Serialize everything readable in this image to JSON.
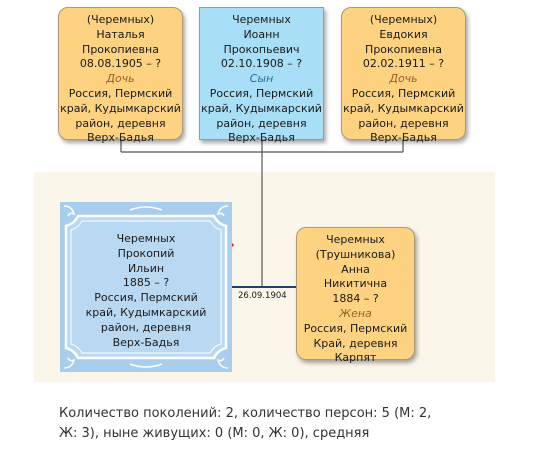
{
  "people": {
    "natalya": {
      "lines": [
        "(Черемных)",
        "Наталья",
        "Прокопиевна",
        "08.08.1905 – ?"
      ],
      "relation": "Дочь",
      "place": [
        "Россия, Пермский",
        "край, Кудымкарский",
        "район, деревня",
        "Верх-Бадья"
      ]
    },
    "ioann": {
      "lines": [
        "Черемных",
        "Иоанн",
        "Прокопьевич",
        "02.10.1908 – ?"
      ],
      "relation": "Сын",
      "place": [
        "Россия, Пермский",
        "край, Кудымкарский",
        "район, деревня",
        "Верх-Бадья"
      ]
    },
    "evdokiya": {
      "lines": [
        "(Черемных)",
        "Евдокия",
        "Прокопиевна",
        "02.02.1911 – ?"
      ],
      "relation": "Дочь",
      "place": [
        "Россия, Пермский",
        "край, Кудымкарский",
        "район, деревня",
        "Верх-Бадья"
      ]
    },
    "prokopiy": {
      "lines": [
        "Черемных",
        "Прокопий",
        "Ильин",
        "1885 – ?"
      ],
      "place": [
        "Россия, Пермский",
        "край, Кудымкарский",
        "район, деревня",
        "Верх-Бадья"
      ]
    },
    "anna": {
      "lines": [
        "Черемных",
        "(Трушникова)",
        "Анна",
        "Никитична",
        "1884 – ?"
      ],
      "relation": "Жена",
      "place": [
        "Россия, Пермский",
        "Край, деревня",
        "Карпят"
      ]
    }
  },
  "marriage_date": "26.09.1904",
  "summary": {
    "line1": "Количество поколений: 2, количество персон: 5 (М: 2,",
    "line2": "Ж: 3), ныне живущих: 0 (М: 0, Ж: 0), средняя"
  },
  "colors": {
    "female_card": "#fdd382",
    "male_card": "#a9def7",
    "root_card": "#a9cdec",
    "band": "#fbf6ea",
    "connector": "#555555",
    "marriage_line": "#1f3f7a"
  }
}
